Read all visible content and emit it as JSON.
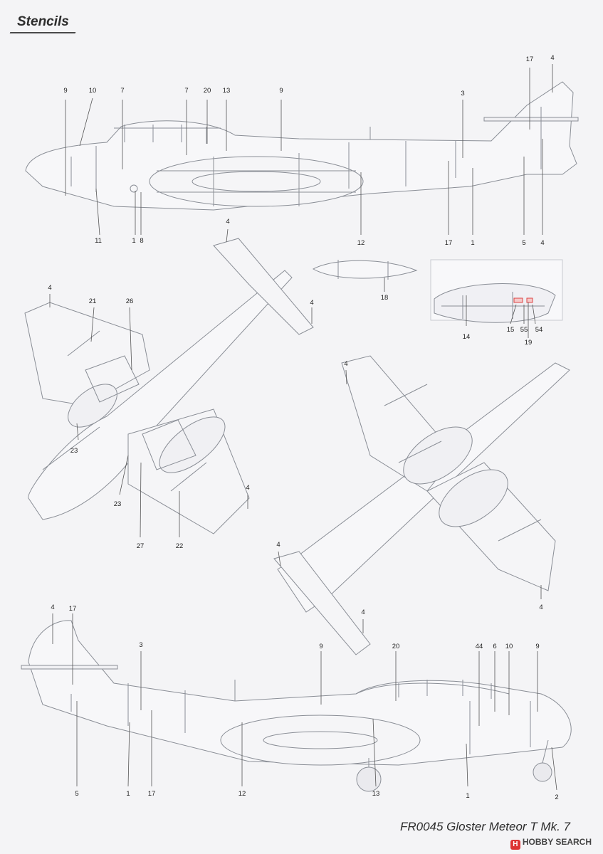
{
  "header": {
    "title": "Stencils"
  },
  "footer": {
    "caption": "FR0045 Gloster Meteor T Mk. 7"
  },
  "watermark": {
    "text": "HOBBY SEARCH"
  },
  "callouts": {
    "side_top": [
      "9",
      "10",
      "7",
      "7",
      "20",
      "13",
      "9",
      "3",
      "17",
      "4",
      "11",
      "1",
      "8",
      "12",
      "17",
      "1",
      "5",
      "4"
    ],
    "bottom": [
      "4",
      "4",
      "21",
      "26",
      "4",
      "23",
      "23",
      "27",
      "22",
      "4"
    ],
    "tank": [
      "18"
    ],
    "detail": [
      "14",
      "15",
      "55",
      "54",
      "19"
    ],
    "top": [
      "4",
      "4",
      "4",
      "4"
    ],
    "side_bottom": [
      "4",
      "17",
      "3",
      "9",
      "20",
      "44",
      "6",
      "10",
      "9",
      "5",
      "1",
      "17",
      "12",
      "13",
      "1",
      "2"
    ]
  },
  "colors": {
    "ink": "#2a2a2a",
    "line": "#8a8e96",
    "accent": "#d44"
  }
}
